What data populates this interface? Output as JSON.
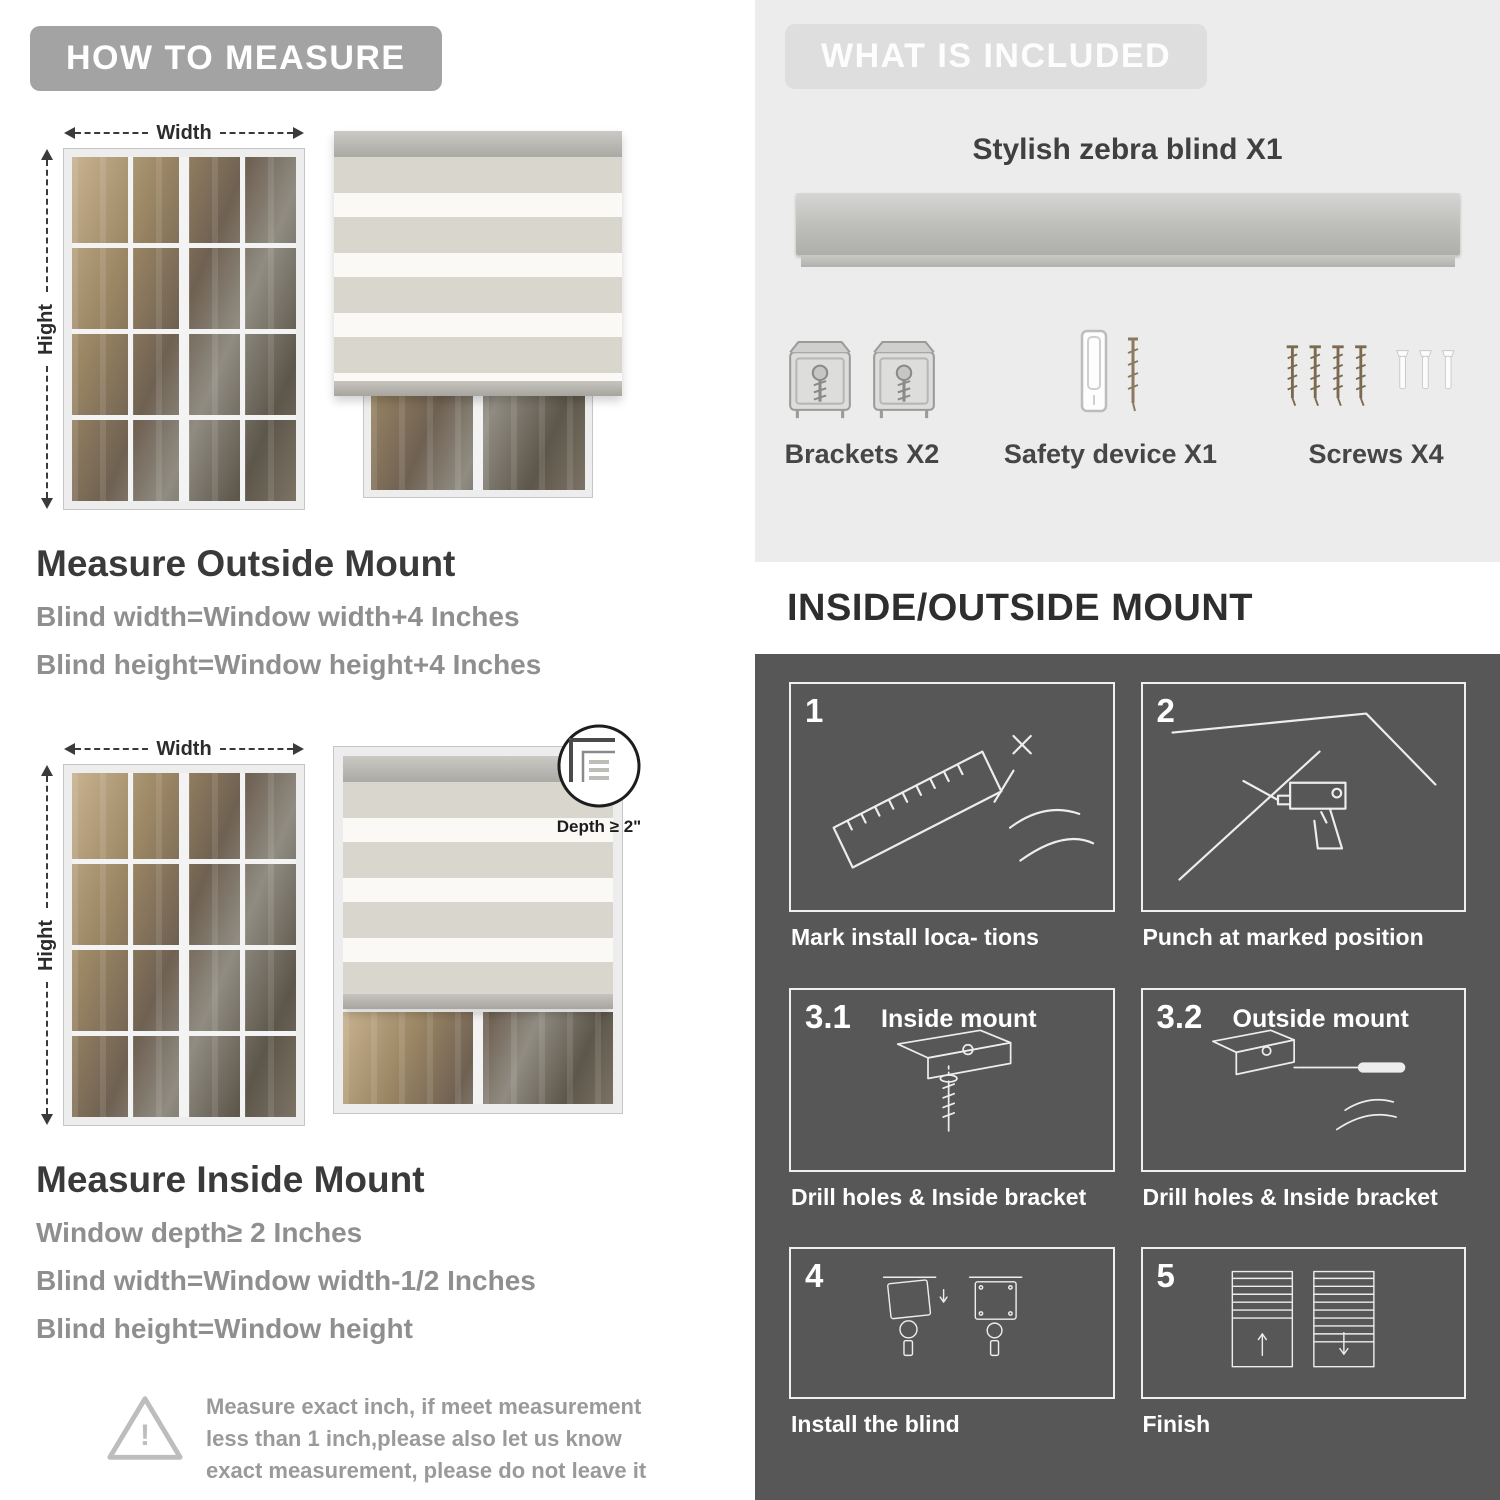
{
  "left": {
    "header": "HOW TO MEASURE",
    "outside": {
      "width_label": "Width",
      "height_label": "Hight",
      "title": "Measure Outside Mount",
      "lines": [
        "Blind width=Window width+4 Inches",
        "Blind height=Window height+4 Inches"
      ]
    },
    "inside": {
      "width_label": "Width",
      "height_label": "Hight",
      "depth_label": "Depth ≥ 2\"",
      "title": "Measure Inside Mount",
      "lines": [
        "Window depth≥ 2 Inches",
        "Blind width=Window width-1/2 Inches",
        "Blind height=Window height"
      ]
    },
    "warning_icon": "!",
    "note": "Measure exact inch, if meet measurement less than 1 inch,please also let us know exact measurement, please do not leave it"
  },
  "right": {
    "included": {
      "header": "WHAT IS INCLUDED",
      "product_label": "Stylish zebra blind X1",
      "items": [
        {
          "icon": "bracket-icon",
          "label": "Brackets X2"
        },
        {
          "icon": "safety-device-icon",
          "label": "Safety device X1"
        },
        {
          "icon": "screws-icon",
          "label": "Screws X4"
        }
      ]
    },
    "mount": {
      "header": "INSIDE/OUTSIDE MOUNT",
      "steps": [
        {
          "num": "1",
          "tag": "",
          "caption": "Mark install loca- tions"
        },
        {
          "num": "2",
          "tag": "",
          "caption": "Punch at  marked position"
        },
        {
          "num": "3.1",
          "tag": "Inside mount",
          "caption": "Drill holes &  Inside bracket"
        },
        {
          "num": "3.2",
          "tag": "Outside mount",
          "caption": "Drill holes &  Inside bracket"
        },
        {
          "num": "4",
          "tag": "",
          "caption": "Install the blind"
        },
        {
          "num": "5",
          "tag": "",
          "caption": "Finish"
        }
      ]
    }
  },
  "colors": {
    "header_pill_gray": "#a3a3a3",
    "included_bg": "#ececec",
    "dark_section_bg": "#575757",
    "gray_text": "#8f8f8f"
  }
}
